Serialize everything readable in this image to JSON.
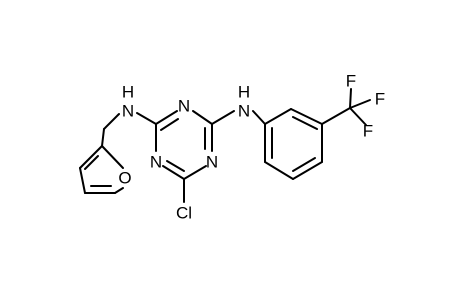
{
  "molecule": {
    "atoms": {
      "nh_left": "N",
      "h_left": "H",
      "nh_right": "N",
      "h_right": "H",
      "n_ring_top": "N",
      "n_ring_left": "N",
      "n_ring_right": "N",
      "chlorine": "Cl",
      "furan_oxygen": "O",
      "f_top_left": "F",
      "f_top_right": "F",
      "f_middle": "F"
    }
  }
}
